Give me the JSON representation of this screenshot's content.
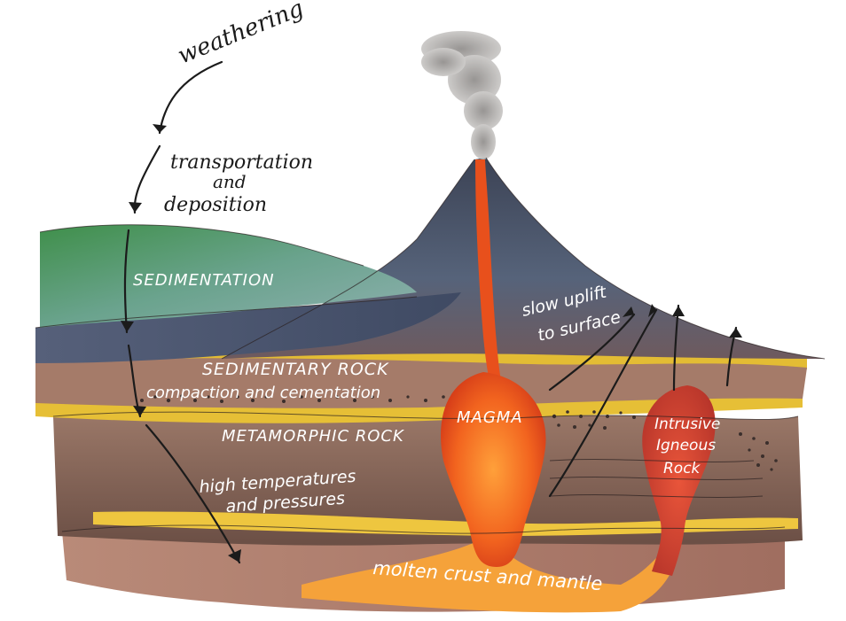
{
  "labels": {
    "weathering": "weathering",
    "transportation_line1": "transportation",
    "transportation_line2": "and",
    "transportation_line3": "deposition",
    "sedimentation": "SEDIMENTATION",
    "sedimentary_rock": "SEDIMENTARY ROCK",
    "compaction": "compaction and cementation",
    "metamorphic_rock": "METAMORPHIC ROCK",
    "high_temp_line1": "high temperatures",
    "high_temp_line2": "and pressures",
    "magma": "MAGMA",
    "slow_uplift_line1": "slow uplift",
    "slow_uplift_line2": "to surface",
    "intrusive_line1": "Intrusive",
    "intrusive_line2": "Igneous",
    "intrusive_line3": "Rock",
    "molten": "molten crust and mantle"
  },
  "colors": {
    "sediment_green": "#5f9a63",
    "sediment_teal": "#7fa8a6",
    "volcano_slate": "#4f5a6e",
    "sedimentary_yellow": "#e8c23a",
    "metamorphic_brown": "#8a6a5a",
    "magma_orange": "#f06a24",
    "magma_red": "#d9401c",
    "smoke_gray": "#9a9896"
  }
}
